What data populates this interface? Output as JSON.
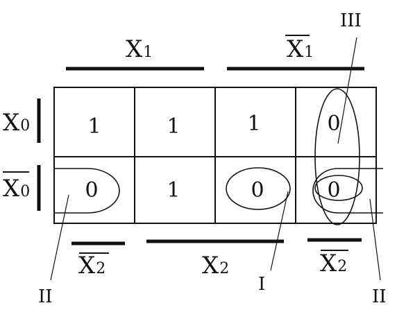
{
  "grid": {
    "rows": [
      [
        "1",
        "1",
        "1",
        "0"
      ],
      [
        "0",
        "1",
        "0",
        "0"
      ]
    ]
  },
  "labels": {
    "x1_top": {
      "main": "X",
      "sub": "1"
    },
    "x1_bar_top": {
      "main": "X",
      "sub": "1"
    },
    "x0_row1": {
      "main": "X",
      "sub": "0"
    },
    "x0_bar_row2": {
      "main": "X",
      "sub": "0"
    },
    "x2_bar_bottom_left": {
      "main": "X",
      "sub": "2"
    },
    "x2_bottom_mid": {
      "main": "X",
      "sub": "2"
    },
    "x2_bar_bottom_right": {
      "main": "X",
      "sub": "2"
    }
  },
  "groups": {
    "roman_I": "I",
    "roman_II_left": "II",
    "roman_II_right": "II",
    "roman_III": "III"
  },
  "colors": {
    "ink": "#111111",
    "background": "#ffffff"
  }
}
